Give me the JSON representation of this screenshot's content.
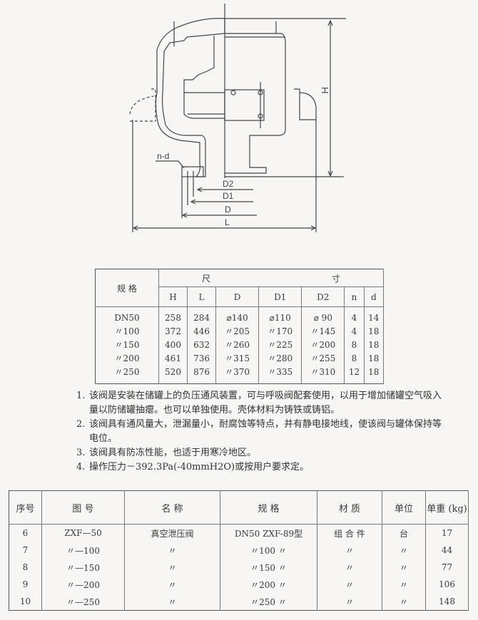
{
  "drawing": {
    "labels": {
      "nd": "n-d",
      "d2": "D2",
      "d1": "D1",
      "d": "D",
      "l": "L",
      "h": "H"
    }
  },
  "spec_table": {
    "header_spec": "规 格",
    "header_dims_left": "尺",
    "header_dims_right": "寸",
    "columns": [
      "H",
      "L",
      "D",
      "D1",
      "D2",
      "n",
      "d"
    ],
    "rows": [
      [
        "DN50",
        "258",
        "284",
        "⌀140",
        "⌀110",
        "⌀ 90",
        "4",
        "14"
      ],
      [
        "〃100",
        "372",
        "446",
        "〃205",
        "〃170",
        "〃145",
        "4",
        "18"
      ],
      [
        "〃150",
        "400",
        "632",
        "〃260",
        "〃225",
        "〃200",
        "8",
        "18"
      ],
      [
        "〃200",
        "461",
        "736",
        "〃315",
        "〃280",
        "〃255",
        "8",
        "18"
      ],
      [
        "〃250",
        "520",
        "876",
        "〃370",
        "〃335",
        "〃310",
        "12",
        "18"
      ]
    ]
  },
  "notes": [
    {
      "num": "1.",
      "text": "该阀是安装在储罐上的负压通风装置，可与呼吸阀配套使用，以用于增加储罐空气吸入量以防储罐抽瘪。也可以单独使用。壳体材料为铸铁或铸铝。"
    },
    {
      "num": "2.",
      "text": "该阀具有通风量大，泄漏量小，耐腐蚀等特点，并有静电接地线，使该阀与罐体保持等电位。"
    },
    {
      "num": "3.",
      "text": "该阀具有防冻性能，也适于用寒冷地区。"
    },
    {
      "num": "4.",
      "text": "操作压力－392.3Pa(-40mmH2O)或按用户要求定。"
    }
  ],
  "parts_table": {
    "headers": [
      "序号",
      "图 号",
      "名 称",
      "规 格",
      "材 质",
      "单位",
      "单重 (kg)"
    ],
    "rows": [
      [
        "6",
        "ZXF—50",
        "真空泄压阀",
        "DN50 ZXF-89型",
        "组 合 件",
        "台",
        "17"
      ],
      [
        "7",
        "〃—100",
        "〃",
        "〃100 〃",
        "〃",
        "〃",
        "44"
      ],
      [
        "8",
        "〃—150",
        "〃",
        "〃150 〃",
        "〃",
        "〃",
        "77"
      ],
      [
        "9",
        "〃—200",
        "〃",
        "〃200 〃",
        "〃",
        "〃",
        "106"
      ],
      [
        "10",
        "〃—250",
        "〃",
        "〃250 〃",
        "〃",
        "〃",
        "148"
      ]
    ]
  }
}
